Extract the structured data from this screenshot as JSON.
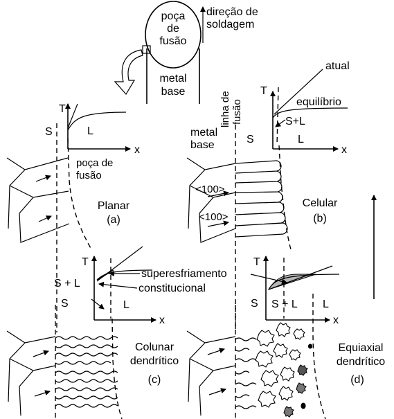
{
  "top": {
    "pool": [
      "poça",
      "de",
      "fusão"
    ],
    "direction": [
      "direção de",
      "soldagem"
    ],
    "base": [
      "metal",
      "base"
    ]
  },
  "panel_a": {
    "T": "T",
    "x": "x",
    "S": "S",
    "L": "L",
    "pool_label": [
      "poça de",
      "fusão"
    ],
    "name": "Planar",
    "letter": "(a)"
  },
  "panel_b": {
    "T": "T",
    "x": "x",
    "S": "S",
    "L": "L",
    "SL": "S+L",
    "actual": "atual",
    "equilibrium": "equilíbrio",
    "fusion_line": [
      "linha de",
      "fusão"
    ],
    "base": [
      "metal",
      "base"
    ],
    "dir1": "<100>",
    "dir2": "<100>",
    "name": "Celular",
    "letter": "(b)"
  },
  "panel_c": {
    "T": "T",
    "x": "x",
    "S": "S",
    "L": "L",
    "SL": "S + L",
    "super": "superesfriamento",
    "const": "constitucional",
    "name": [
      "Colunar",
      "dendrítico"
    ],
    "letter": "(c)"
  },
  "panel_d": {
    "T": "T",
    "x": "x",
    "S": "S",
    "L": "L",
    "SL": "S + L",
    "name": [
      "Equiaxial",
      "dendrítico"
    ],
    "letter": "(d)"
  }
}
